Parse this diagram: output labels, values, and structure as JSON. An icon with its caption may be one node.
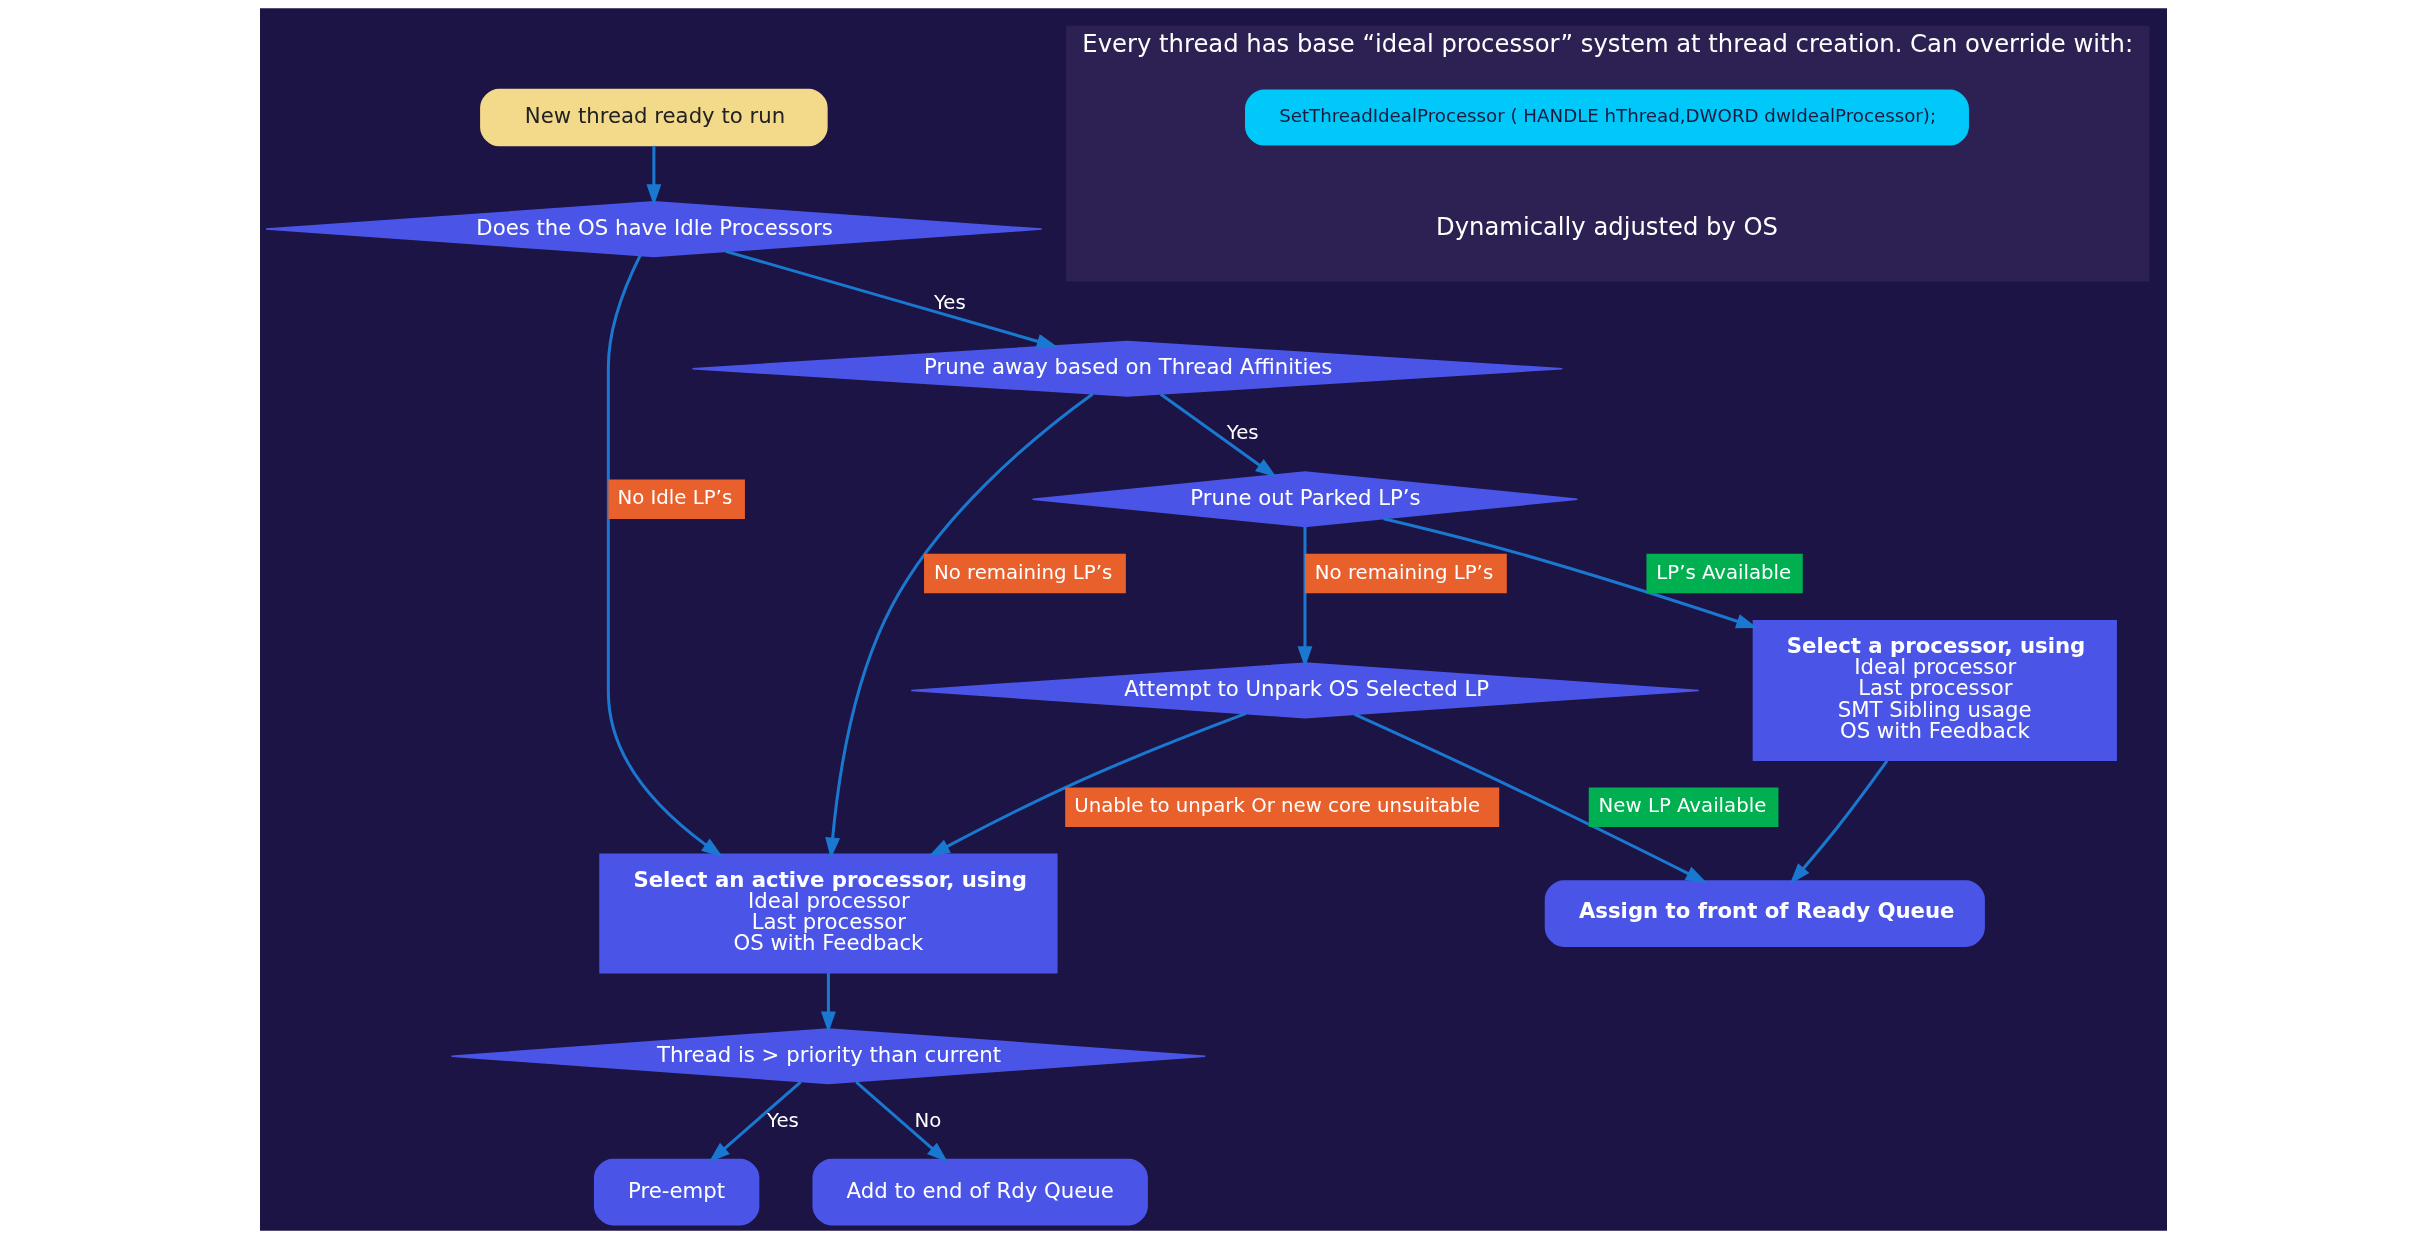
{
  "diagram": {
    "nodes": [
      {
        "text": [
          "New thread ready to run"
        ]
      },
      {
        "text": [
          "Does the OS have Idle Processors"
        ]
      },
      {
        "text": [
          "Prune away based on Thread Affinities"
        ]
      },
      {
        "text": [
          "Prune out Parked LP’s"
        ]
      },
      {
        "text": [
          "Attempt to Unpark OS Selected LP"
        ]
      },
      {
        "text": [
          "Select a processor, using",
          "Ideal processor",
          "Last processor",
          "SMT Sibling usage",
          "OS with Feedback"
        ]
      },
      {
        "text": [
          "Select an active processor, using",
          "Ideal processor",
          "Last processor",
          "OS with Feedback"
        ]
      },
      {
        "text": [
          "Assign to front of Ready Queue"
        ]
      },
      {
        "text": [
          "Thread is > priority than current"
        ]
      },
      {
        "text": [
          "Pre-empt"
        ]
      },
      {
        "text": [
          "Add to end of Rdy Queue"
        ]
      },
      {
        "text": [
          "Every thread has base “ideal processor” system at thread creation. Can override with:",
          "Dynamically adjusted by OS"
        ]
      },
      {
        "text": [
          "SetThreadIdealProcessor ( HANDLE hThread,DWORD dwIdealProcessor);"
        ],
        "in": 11
      }
    ],
    "edges": [
      {
        "from": 0,
        "to": 1,
        "arrow": "to"
      },
      {
        "from": 1,
        "to": 2,
        "arrow": "to",
        "label": "Yes"
      },
      {
        "from": 1,
        "to": 6,
        "arrow": "to",
        "label": "No Idle LP’s"
      },
      {
        "from": 2,
        "to": 6,
        "arrow": "to",
        "label": "No remaining LP’s"
      },
      {
        "from": 2,
        "to": 3,
        "arrow": "to",
        "label": "Yes"
      },
      {
        "from": 3,
        "to": 4,
        "arrow": "to",
        "label": "No remaining LP’s"
      },
      {
        "from": 3,
        "to": 5,
        "arrow": "to",
        "label": "LP’s Available"
      },
      {
        "from": 4,
        "to": 7,
        "arrow": "to",
        "label": "New LP Available"
      },
      {
        "from": 4,
        "to": 6,
        "arrow": "to",
        "label": "Unable to unpark Or new core unsuitable"
      },
      {
        "from": 5,
        "to": 7,
        "arrow": "to"
      },
      {
        "from": 6,
        "to": 8,
        "arrow": "to"
      },
      {
        "from": 8,
        "to": 9,
        "arrow": "to",
        "label": "Yes"
      },
      {
        "from": 8,
        "to": 10,
        "arrow": "to",
        "label": "No"
      }
    ]
  }
}
